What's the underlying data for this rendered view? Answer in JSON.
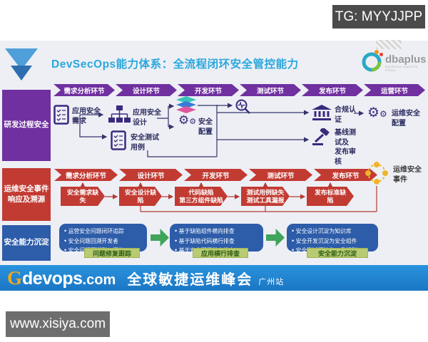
{
  "page": {
    "tg_badge": "TG: MYYJJPP",
    "watermark": "www.xisiya.com"
  },
  "slide": {
    "title": "DevSecOps能力体系：全流程闭环安全管控能力",
    "logo": {
      "name": "dbaplus",
      "tagline": "Database AppInfra AIOps"
    }
  },
  "dev_row": {
    "label": "研发过程安全",
    "stages": [
      "需求分析环节",
      "设计环节",
      "开发环节",
      "测试环节",
      "发布环节",
      "运营环节"
    ],
    "nodes": {
      "req": "应用安全\n需求",
      "design": "应用安全\n设计",
      "testcase": "安全测试\n用例",
      "config": "安全\n配置",
      "compliance": "合规认\n证",
      "baseline": "基线测\n试及\n发布审\n核",
      "ops_config": "运维安全\n配置"
    }
  },
  "ops_row": {
    "label": "运维安全事件\n响应及溯源",
    "stages": [
      "需求分析环节",
      "设计环节",
      "开发环节",
      "测试环节",
      "发布环节"
    ],
    "defects": [
      "安全需求缺\n失",
      "安全设计缺\n陷",
      "代码缺陷\n第三方组件缺陷",
      "测试用例缺失\n测试工具漏报",
      "发布标准缺\n陷"
    ],
    "event_label": "运维安全\n事件"
  },
  "sink_row": {
    "label": "安全能力沉淀",
    "cards": [
      {
        "bullets": [
          "运营安全问题闭环追踪",
          "安全问题回溯开发者",
          "安全问题回溯引入源头"
        ],
        "tag": "问题修复跟踪"
      },
      {
        "bullets": [
          "基于缺陷组件横向排查",
          "基于缺陷代码横行排查",
          "基于安全配置横向排查"
        ],
        "tag": "应用横行排查"
      },
      {
        "bullets": [
          "安全设计沉淀为知识库",
          "安全开发沉淀为安全组件",
          "安全测试沉淀为工具规则"
        ],
        "tag": "安全能力沉淀"
      }
    ]
  },
  "footer": {
    "brand_g": "G",
    "brand_rest": "devops",
    "brand_tld": ".com",
    "event_name": "全球敏捷运维峰会",
    "city": "广州站"
  },
  "colors": {
    "purple": "#7030a0",
    "red": "#c23b33",
    "blue": "#2d5ca9",
    "green": "#3fa45c",
    "title_blue": "#2aa7dc",
    "gold": "#f0b429",
    "icon_indigo": "#3a2a7e"
  }
}
